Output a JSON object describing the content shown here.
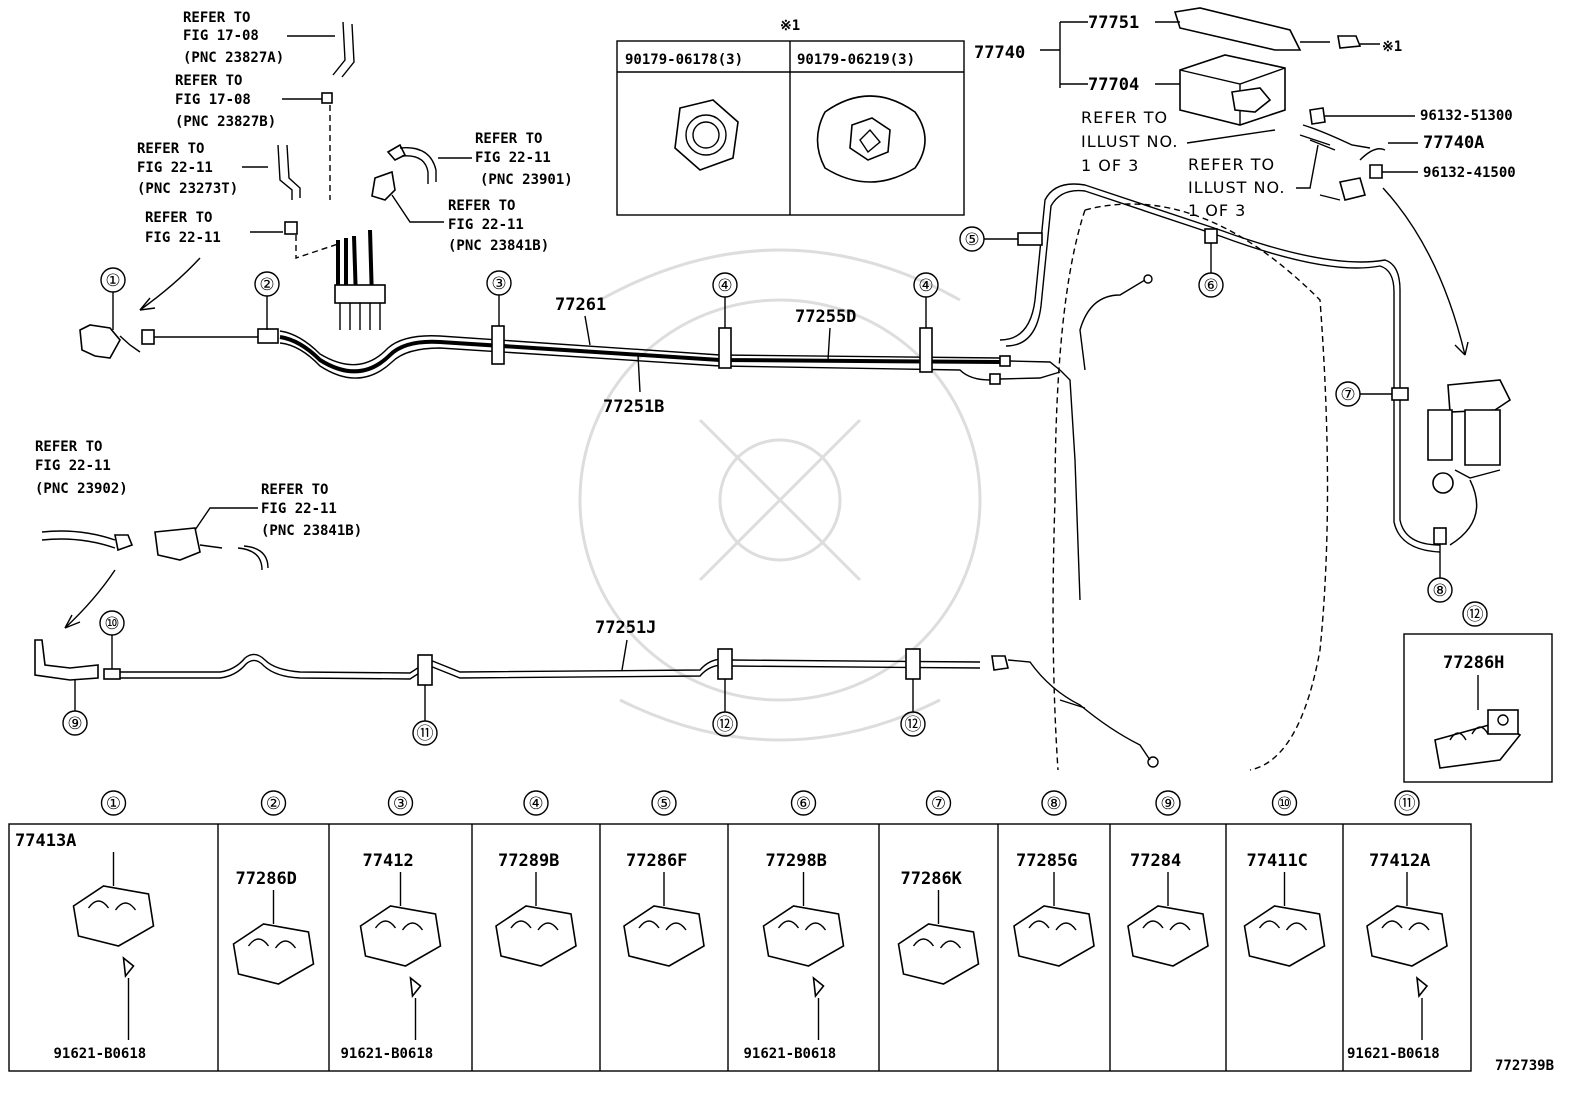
{
  "refers": {
    "r1": [
      "REFER TO",
      "FIG 17-08",
      "(PNC 23827A)"
    ],
    "r2": [
      "REFER TO",
      "FIG 17-08",
      "(PNC 23827B)"
    ],
    "r3": [
      "REFER TO",
      "FIG 22-11",
      "(PNC 23273T)"
    ],
    "r4": [
      "REFER TO",
      "FIG 22-11"
    ],
    "r5": [
      "REFER TO",
      "FIG 22-11",
      "(PNC 23901)"
    ],
    "r6": [
      "REFER TO",
      "FIG 22-11",
      "(PNC 23841B)"
    ],
    "r7": [
      "REFER TO",
      "FIG 22-11",
      "(PNC 23902)"
    ],
    "r8": [
      "REFER TO",
      "FIG 22-11",
      "(PNC 23841B)"
    ],
    "r9": [
      "REFER TO",
      "ILLUST NO.",
      "1 OF 3"
    ],
    "r10": [
      "REFER TO",
      "ILLUST NO.",
      "1 OF 3"
    ]
  },
  "inset": {
    "mark": "※1",
    "col1": "90179-06178(3)",
    "col2": "90179-06219(3)"
  },
  "parts": {
    "p77751": "77751",
    "p77740": "77740",
    "p77704": "77704",
    "p96132_51300": "96132-51300",
    "p77740A": "77740A",
    "p96132_41500": "96132-41500",
    "mark1": "※1",
    "p77261": "77261",
    "p77255D": "77255D",
    "p77251B": "77251B",
    "p77251J": "77251J",
    "p77286H": "77286H"
  },
  "callouts": {
    "c1": "①",
    "c2": "②",
    "c3": "③",
    "c4a": "④",
    "c4b": "④",
    "c5": "⑤",
    "c6": "⑥",
    "c7": "⑦",
    "c8": "⑧",
    "c9": "⑨",
    "c10": "⑩",
    "c11": "⑪",
    "c12a": "⑫",
    "c12b": "⑫",
    "c12c": "⑫"
  },
  "table": {
    "headers": [
      "①",
      "②",
      "③",
      "④",
      "⑤",
      "⑥",
      "⑦",
      "⑧",
      "⑨",
      "⑩",
      "⑪"
    ],
    "parts": [
      "77413A",
      "77286D",
      "77412",
      "77289B",
      "77286F",
      "77298B",
      "77286K",
      "77285G",
      "77284",
      "77411C",
      "77412A"
    ],
    "bolts": [
      "91621-B0618",
      "",
      "91621-B0618",
      "",
      "",
      "91621-B0618",
      "",
      "",
      "",
      "",
      "91621-B0618"
    ]
  },
  "figure_id": "772739B"
}
